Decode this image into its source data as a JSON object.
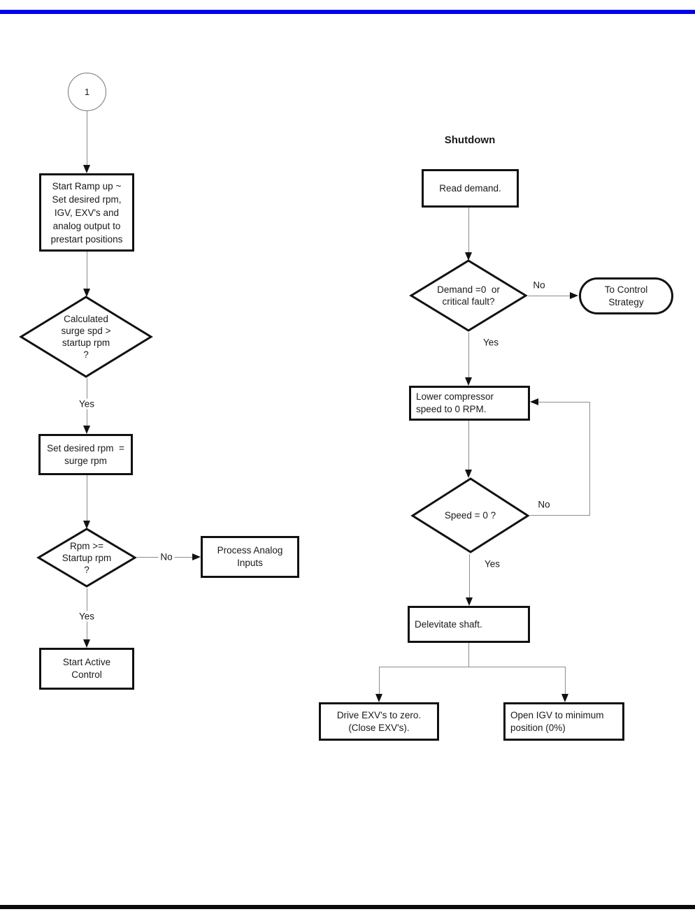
{
  "title": "Shutdown",
  "colors": {
    "top_rule": "#0000EE",
    "bottom_rule": "#0A0A0A",
    "shape_border": "#111111",
    "connector_line": "#8C8C8C"
  },
  "startup_flow": {
    "connector_circle": "1",
    "nodes": {
      "ramp_up": "Start Ramp up ~\nSet desired rpm,\nIGV, EXV's and\nanalog output to\nprestart positions",
      "surge_check": "Calculated\nsurge spd >\nstartup rpm\n?",
      "set_rpm": "Set desired rpm  =\nsurge rpm",
      "rpm_check": "Rpm >=\nStartup rpm\n?",
      "process_analog": "Process Analog\nInputs",
      "start_active": "Start Active\nControl"
    },
    "labels": {
      "surge_yes": "Yes",
      "rpm_no": "No",
      "rpm_yes": "Yes"
    }
  },
  "shutdown_flow": {
    "heading": "Shutdown",
    "nodes": {
      "read_demand": "Read demand.",
      "demand_check": "Demand =0  or\ncritical fault?",
      "to_control_strategy": "To Control\nStrategy",
      "lower_speed": "Lower compressor\nspeed to 0 RPM.",
      "speed_check": "Speed = 0 ?",
      "delevitate": "Delevitate shaft.",
      "drive_exv": "Drive EXV's to zero.\n(Close EXV's).",
      "open_igv": "Open IGV to minimum\nposition (0%)"
    },
    "labels": {
      "demand_no": "No",
      "demand_yes": "Yes",
      "speed_no": "No",
      "speed_yes": "Yes"
    }
  }
}
